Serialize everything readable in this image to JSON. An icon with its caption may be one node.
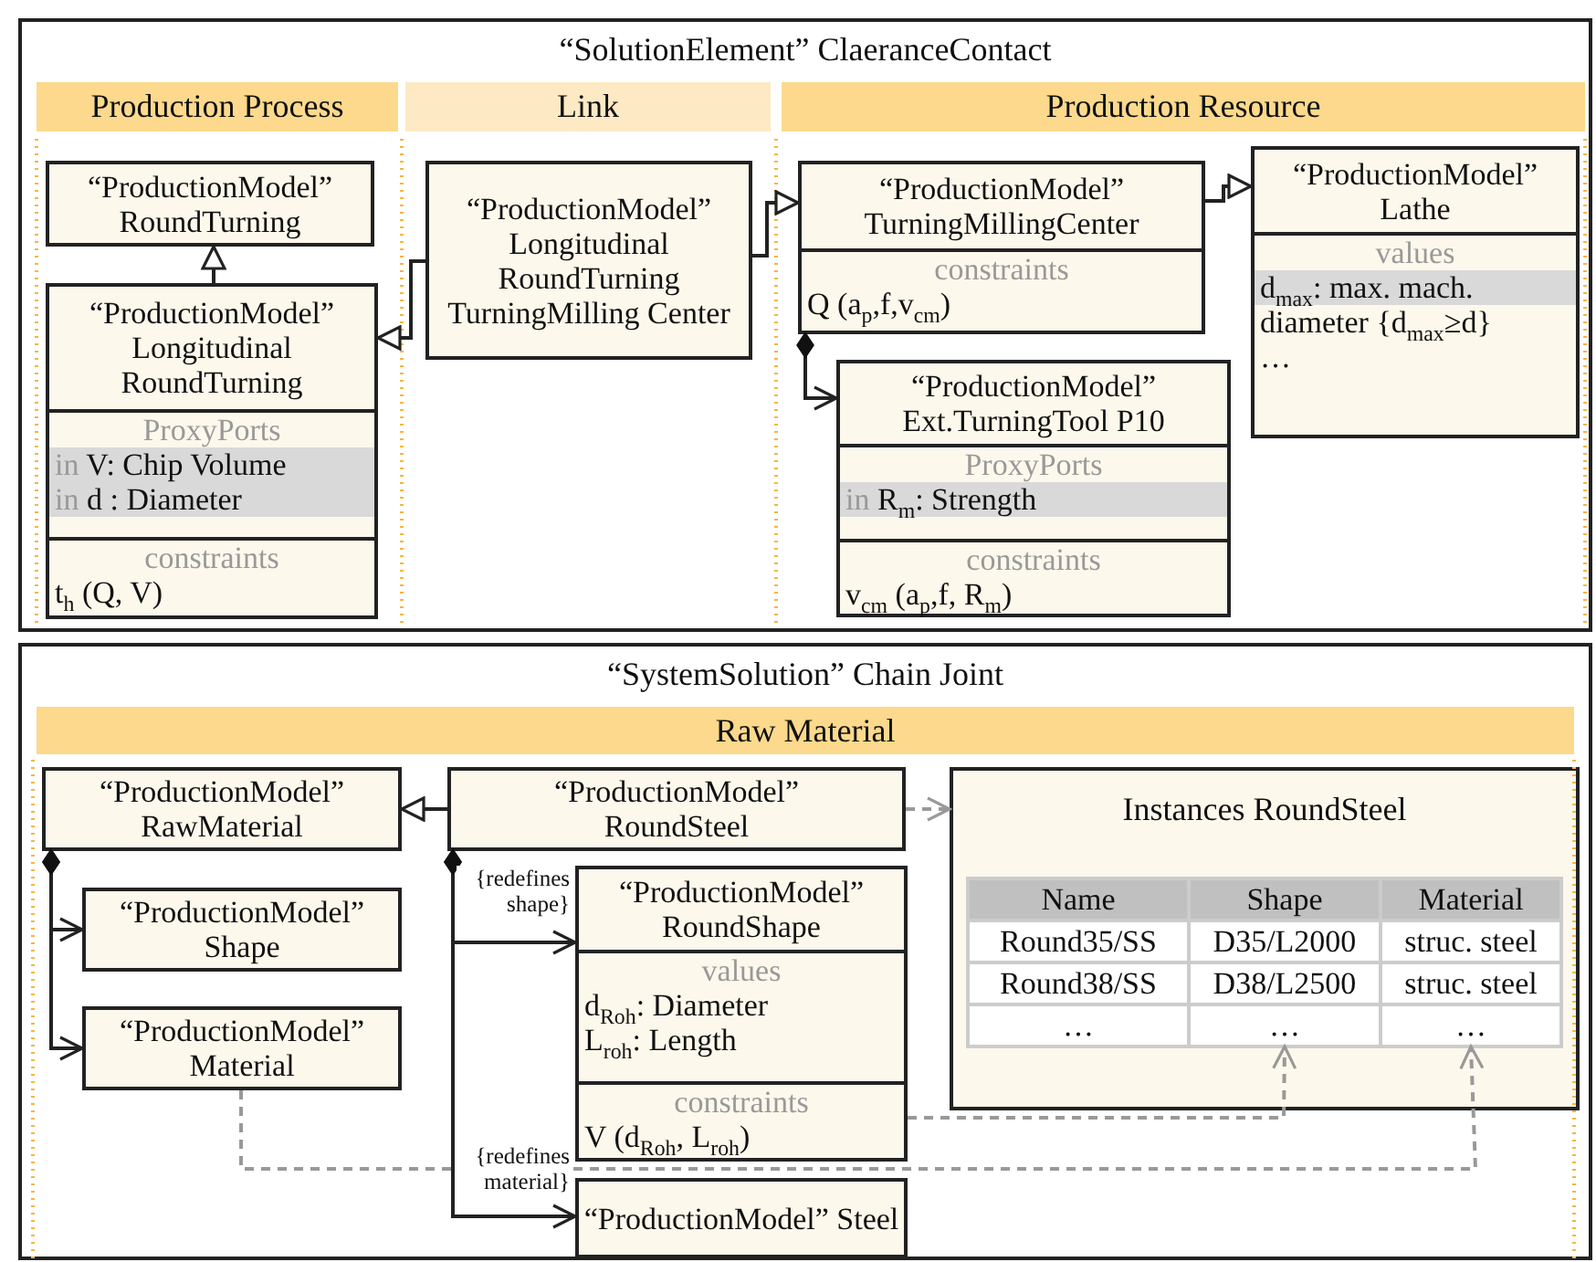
{
  "diagram": {
    "nodes": [
      {
        "text": [
          "“SolutionElement” ClaeranceContact"
        ]
      },
      {
        "text": [
          "Production Process"
        ],
        "in": 0
      },
      {
        "text": [
          "Link"
        ],
        "in": 0
      },
      {
        "text": [
          "Production Resource"
        ],
        "in": 0
      },
      {
        "text": [
          "“ProductionModel” RoundTurning"
        ],
        "in": 0
      },
      {
        "text": [
          "“ProductionModel” Longitudinal RoundTurning",
          "ProxyPorts",
          "in V: Chip Volume",
          "in d : Diameter",
          "constraints",
          "t$_{h}$ (Q, V)"
        ],
        "in": 0
      },
      {
        "text": [
          "“ProductionModel” Longitudinal RoundTurning TurningMilling Center"
        ],
        "in": 0
      },
      {
        "text": [
          "“ProductionModel” TurningMillingCenter",
          "constraints",
          "Q (a$_{p}$,f,v$_{cm}$)"
        ],
        "in": 0
      },
      {
        "text": [
          "“ProductionModel” Lathe",
          "values",
          "d$_{max}$: max. mach.",
          "diameter {d$_{max}$≥d}",
          "…"
        ],
        "in": 0
      },
      {
        "text": [
          "“ProductionModel” Ext.TurningTool P10",
          "ProxyPorts",
          "in R$_{m}$: Strength",
          "constraints",
          "v$_{cm}$ (a$_{p}$,f, R$_{m}$)"
        ],
        "in": 0
      },
      {
        "text": [
          "“SystemSolution” Chain Joint"
        ]
      },
      {
        "text": [
          "Raw Material"
        ],
        "in": 10
      },
      {
        "text": [
          "“ProductionModel” RawMaterial"
        ],
        "in": 10
      },
      {
        "text": [
          "“ProductionModel” RoundSteel"
        ],
        "in": 10
      },
      {
        "text": [
          "“ProductionModel” Shape"
        ],
        "in": 10
      },
      {
        "text": [
          "“ProductionModel” Material"
        ],
        "in": 10
      },
      {
        "text": [
          "“ProductionModel” RoundShape",
          "values",
          "d$_{Roh}$: Diameter",
          "L$_{roh}$: Length",
          "constraints",
          "V (d$_{Roh}$, L$_{roh}$)"
        ],
        "in": 10
      },
      {
        "text": [
          "“ProductionModel” Steel"
        ],
        "in": 10
      },
      {
        "text": [
          "Instances RoundSteel"
        ],
        "in": 10
      },
      {
        "text": [
          "…"
        ],
        "in": 18
      },
      {
        "text": [
          "…"
        ],
        "in": 18
      },
      {
        "text": [
          "…"
        ],
        "in": 18
      }
    ],
    "edges": [
      {
        "from": 5,
        "to": 4,
        "arrow": "to"
      },
      {
        "from": 6,
        "to": 5,
        "arrow": "to"
      },
      {
        "from": 6,
        "to": 7,
        "arrow": "to"
      },
      {
        "from": 7,
        "to": 8,
        "arrow": "to"
      },
      {
        "from": 7,
        "to": 9,
        "arrow": "to"
      },
      {
        "from": 13,
        "to": 12,
        "arrow": "to"
      },
      {
        "from": 12,
        "to": 14,
        "arrow": "to"
      },
      {
        "from": 12,
        "to": 15,
        "arrow": "to"
      },
      {
        "from": 13,
        "to": 16,
        "arrow": "to",
        "label": "{redefines shape}"
      },
      {
        "from": 13,
        "to": 17,
        "arrow": "to",
        "label": "{redefines material}"
      },
      {
        "from": 13,
        "to": 18,
        "arrow": "to",
        "style": "dashed",
        "color": "#999999"
      },
      {
        "from": 16,
        "to": 20,
        "arrow": "to",
        "style": "dashed",
        "color": "#999999"
      },
      {
        "from": 15,
        "to": 21,
        "arrow": "to",
        "style": "dashed",
        "color": "#999999"
      }
    ],
    "labels": [
      "Name",
      "Shape",
      "Material",
      "Round35/SS",
      "D35/L2000",
      "struc. steel",
      "Round38/SS",
      "D38/L2500",
      "struc. steel"
    ]
  }
}
